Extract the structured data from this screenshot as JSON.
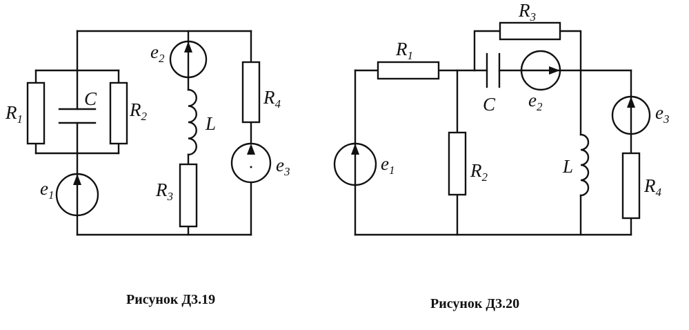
{
  "figures": [
    {
      "caption": "Рисунок Д3.19",
      "labels": {
        "R1": [
          "R",
          "1"
        ],
        "C": [
          "C",
          ""
        ],
        "R2": [
          "R",
          "2"
        ],
        "e2": [
          "e",
          "2"
        ],
        "L": [
          "L",
          ""
        ],
        "R4": [
          "R",
          "4"
        ],
        "e1": [
          "e",
          "1"
        ],
        "R3": [
          "R",
          "3"
        ],
        "e3": [
          "e",
          "3"
        ]
      }
    },
    {
      "caption": "Рисунок Д3.20",
      "labels": {
        "R3": [
          "R",
          "3"
        ],
        "R1": [
          "R",
          "1"
        ],
        "C": [
          "C",
          ""
        ],
        "e2": [
          "e",
          "2"
        ],
        "e3": [
          "e",
          "3"
        ],
        "e1": [
          "e",
          "1"
        ],
        "R2": [
          "R",
          "2"
        ],
        "L": [
          "L",
          ""
        ],
        "R4": [
          "R",
          "4"
        ]
      }
    }
  ]
}
